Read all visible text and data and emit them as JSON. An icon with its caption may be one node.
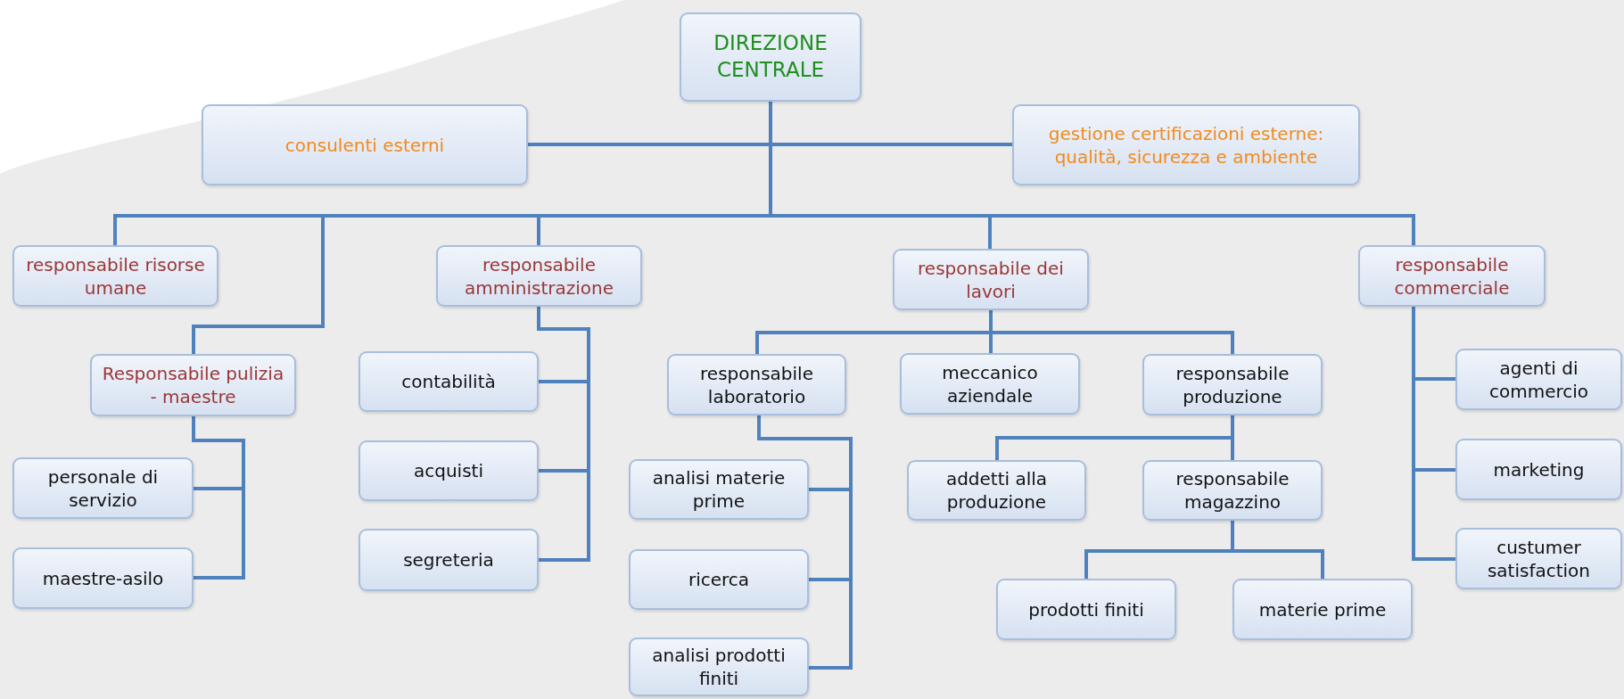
{
  "diagram": {
    "nodes": [
      {
        "text": [
          "DIREZIONE CENTRALE"
        ]
      },
      {
        "text": [
          "consulenti esterni"
        ]
      },
      {
        "text": [
          "gestione certificazioni esterne: qualità, sicurezza e ambiente"
        ]
      },
      {
        "text": [
          "responsabile risorse umane"
        ]
      },
      {
        "text": [
          "responsabile amministrazione"
        ]
      },
      {
        "text": [
          "responsabile dei lavori"
        ]
      },
      {
        "text": [
          "responsabile commerciale"
        ]
      },
      {
        "text": [
          "Responsabile pulizia - maestre"
        ]
      },
      {
        "text": [
          "personale di servizio"
        ]
      },
      {
        "text": [
          "maestre-asilo"
        ]
      },
      {
        "text": [
          "contabilità"
        ]
      },
      {
        "text": [
          "acquisti"
        ]
      },
      {
        "text": [
          "segreteria"
        ]
      },
      {
        "text": [
          "responsabile laboratorio"
        ]
      },
      {
        "text": [
          "meccanico aziendale"
        ]
      },
      {
        "text": [
          "responsabile produzione"
        ]
      },
      {
        "text": [
          "analisi materie prime"
        ]
      },
      {
        "text": [
          "ricerca"
        ]
      },
      {
        "text": [
          "analisi prodotti finiti"
        ]
      },
      {
        "text": [
          "addetti alla produzione"
        ]
      },
      {
        "text": [
          "responsabile magazzino"
        ]
      },
      {
        "text": [
          "prodotti finiti"
        ]
      },
      {
        "text": [
          "materie prime"
        ]
      },
      {
        "text": [
          "agenti di commercio"
        ]
      },
      {
        "text": [
          "marketing"
        ]
      },
      {
        "text": [
          "custumer satisfaction"
        ]
      }
    ],
    "edges": [
      {
        "from": 0,
        "to": 1,
        "arrow": "none"
      },
      {
        "from": 0,
        "to": 2,
        "arrow": "none"
      },
      {
        "from": 0,
        "to": 3,
        "arrow": "none"
      },
      {
        "from": 0,
        "to": 7,
        "arrow": "none"
      },
      {
        "from": 0,
        "to": 4,
        "arrow": "none"
      },
      {
        "from": 0,
        "to": 5,
        "arrow": "none"
      },
      {
        "from": 0,
        "to": 6,
        "arrow": "none"
      },
      {
        "from": 7,
        "to": 8,
        "arrow": "none"
      },
      {
        "from": 7,
        "to": 9,
        "arrow": "none"
      },
      {
        "from": 4,
        "to": 10,
        "arrow": "none"
      },
      {
        "from": 4,
        "to": 11,
        "arrow": "none"
      },
      {
        "from": 4,
        "to": 12,
        "arrow": "none"
      },
      {
        "from": 5,
        "to": 13,
        "arrow": "none"
      },
      {
        "from": 5,
        "to": 14,
        "arrow": "none"
      },
      {
        "from": 5,
        "to": 15,
        "arrow": "none"
      },
      {
        "from": 13,
        "to": 16,
        "arrow": "none"
      },
      {
        "from": 13,
        "to": 17,
        "arrow": "none"
      },
      {
        "from": 13,
        "to": 18,
        "arrow": "none"
      },
      {
        "from": 15,
        "to": 19,
        "arrow": "none"
      },
      {
        "from": 15,
        "to": 20,
        "arrow": "none"
      },
      {
        "from": 20,
        "to": 21,
        "arrow": "none"
      },
      {
        "from": 20,
        "to": 22,
        "arrow": "none"
      },
      {
        "from": 6,
        "to": 23,
        "arrow": "none"
      },
      {
        "from": 6,
        "to": 24,
        "arrow": "none"
      },
      {
        "from": 6,
        "to": 25,
        "arrow": "none"
      }
    ]
  }
}
